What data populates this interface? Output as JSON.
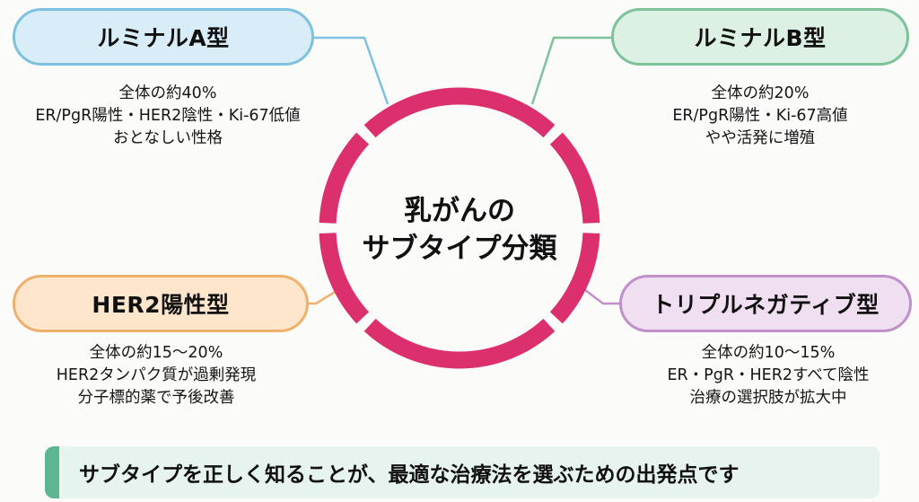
{
  "center": {
    "title_line1": "乳がんの",
    "title_line2": "サブタイプ分類"
  },
  "colors": {
    "ring": "#dc2f6e",
    "luminal_a": "#7ec0df",
    "luminal_b": "#7dc29a",
    "her2": "#efb06c",
    "triple_negative": "#c18fc9",
    "banner_accent": "#5db592"
  },
  "subtypes": [
    {
      "name": "ルミナルA型",
      "lines": [
        "全体の約40%",
        "ER/PgR陽性・HER2陰性・Ki-67低値",
        "おとなしい性格"
      ]
    },
    {
      "name": "ルミナルB型",
      "lines": [
        "全体の約20%",
        "ER/PgR陽性・Ki-67高値",
        "やや活発に増殖"
      ]
    },
    {
      "name": "HER2陽性型",
      "lines": [
        "全体の約15〜20%",
        "HER2タンパク質が過剰発現",
        "分子標的薬で予後改善"
      ]
    },
    {
      "name": "トリプルネガティブ型",
      "lines": [
        "全体の約10〜15%",
        "ER・PgR・HER2すべて陰性",
        "治療の選択肢が拡大中"
      ]
    }
  ],
  "banner": {
    "text": "サブタイプを正しく知ることが、最適な治療法を選ぶための出発点です"
  }
}
